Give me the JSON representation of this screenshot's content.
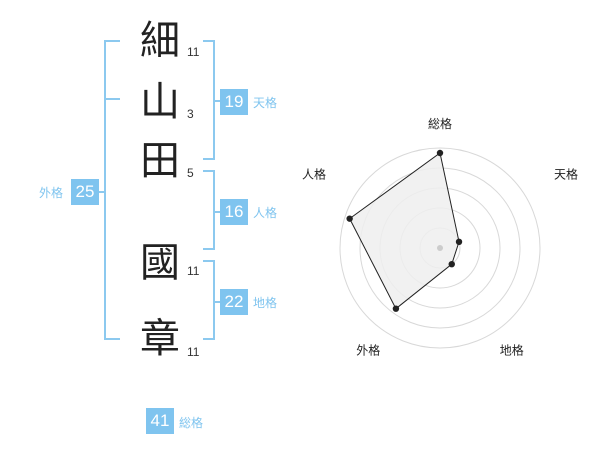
{
  "name_chars": [
    {
      "char": "細",
      "strokes": "11"
    },
    {
      "char": "山",
      "strokes": "3"
    },
    {
      "char": "田",
      "strokes": "5"
    },
    {
      "char": "國",
      "strokes": "11"
    },
    {
      "char": "章",
      "strokes": "11"
    }
  ],
  "grids": {
    "tenkaku": {
      "value": "19",
      "label": "天格"
    },
    "jinkaku": {
      "value": "16",
      "label": "人格"
    },
    "chikaku": {
      "value": "22",
      "label": "地格"
    },
    "gaikaku": {
      "value": "25",
      "label": "外格"
    },
    "soukaku": {
      "value": "41",
      "label": "総格"
    }
  },
  "colors": {
    "accent": "#7fc4ef",
    "bracket": "#8cc9ef",
    "text": "#222222",
    "radar_fill": "#eeeeee"
  },
  "chart_data": {
    "type": "radar",
    "axes": [
      "総格",
      "天格",
      "地格",
      "外格",
      "人格"
    ],
    "values": [
      0.95,
      0.2,
      0.2,
      0.75,
      0.95
    ],
    "max": 1,
    "rings": 5
  }
}
